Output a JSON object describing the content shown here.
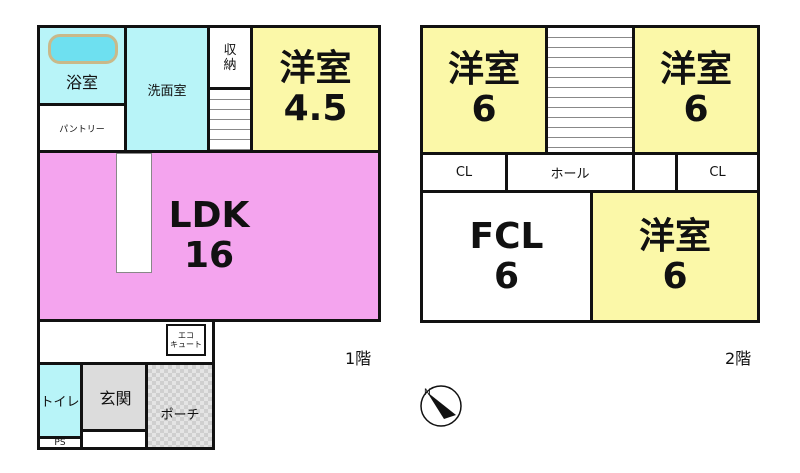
{
  "floor1": {
    "label": "1階",
    "rooms": {
      "bath": "浴室",
      "washroom": "洗面室",
      "storage": "収\n納",
      "western": "洋室\n4.5",
      "pantry": "パントリー",
      "ldk": "LDK\n16",
      "eco": "エコ\nキュート",
      "toilet": "トイレ",
      "ps": "PS",
      "entrance": "玄関",
      "porch": "ポーチ"
    }
  },
  "floor2": {
    "label": "2階",
    "rooms": {
      "western_left": "洋室\n6",
      "western_right": "洋室\n6",
      "cl_left": "CL",
      "cl_right": "CL",
      "hall": "ホール",
      "fcl": "FCL\n6",
      "western_bottom": "洋室\n6"
    }
  },
  "colors": {
    "western": "#fbf8a8",
    "wet": "#b8f4f8",
    "ldk": "#f4a4ee",
    "entrance": "#dcdcdc"
  },
  "compass_icon": "north-arrow"
}
